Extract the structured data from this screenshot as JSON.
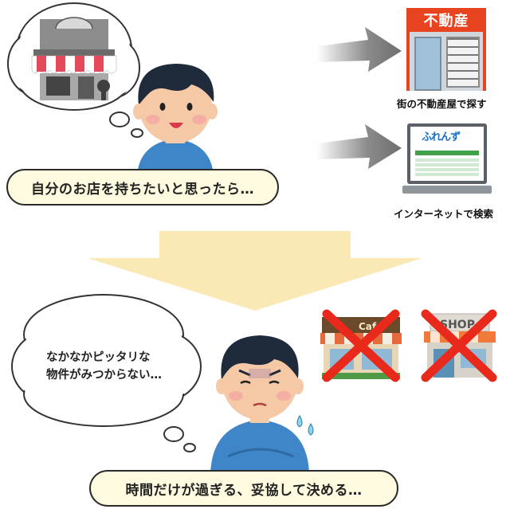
{
  "top_scene": {
    "caption": "自分のお店を持ちたいと思ったら…",
    "options": [
      {
        "label": "街の不動産屋で探す",
        "sign_text": "不動産"
      },
      {
        "label": "インターネットで検索",
        "logo_text": "ふれんず"
      }
    ]
  },
  "bottom_scene": {
    "thought_line1": "なかなかピッタリな",
    "thought_line2": "物件がみつからない…",
    "caption": "時間だけが過ぎる、妥協して決める…",
    "rejected_shops": [
      "Cafe",
      "SHOP"
    ]
  },
  "colors": {
    "caption_bg": "#fffbe0",
    "big_arrow": "#fbe9b5",
    "small_arrow": "#7a7a7a",
    "cross": "#e8291c",
    "shirt": "#3f86c9",
    "hair": "#1f2a3a"
  }
}
